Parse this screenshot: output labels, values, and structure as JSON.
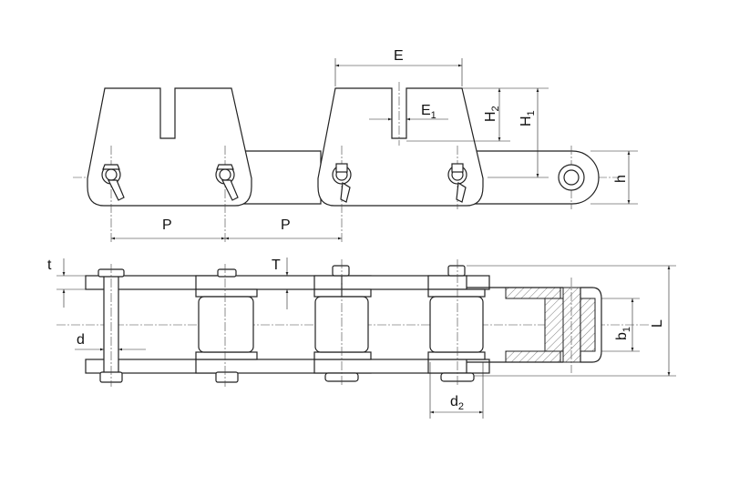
{
  "labels": {
    "E": "E",
    "E1": "E",
    "E1_sub": "1",
    "H1": "H",
    "H1_sub": "1",
    "H2": "H",
    "H2_sub": "2",
    "h": "h",
    "P_left": "P",
    "P_right": "P",
    "t": "t",
    "T": "T",
    "d": "d",
    "d2": "d",
    "d2_sub": "2",
    "b1": "b",
    "b1_sub": "1",
    "L": "L"
  }
}
